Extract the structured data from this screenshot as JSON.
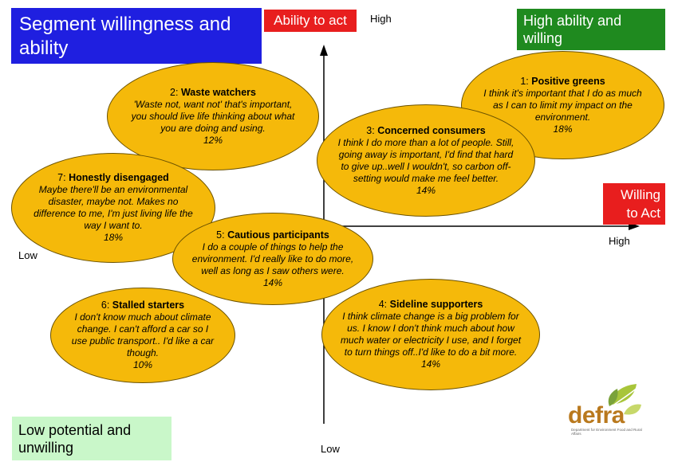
{
  "title": "Segment willingness and ability",
  "ability_label": "Ability to act",
  "corner_top_right": "High ability and willing",
  "willing_label": [
    "Willing",
    "to Act"
  ],
  "corner_bottom_left": "Low potential and unwilling",
  "axis": {
    "y_high": "High",
    "y_low": "Low",
    "x_high": "High",
    "x_low": "Low"
  },
  "segments": [
    {
      "num": "1:",
      "name": "Positive greens",
      "quote": "I think it's important that I do as much as I can to limit my impact on the environment.",
      "pct": "18%"
    },
    {
      "num": "2:",
      "name": "Waste watchers",
      "quote": "'Waste not, want not' that's important, you should live life thinking about what you are doing and using.",
      "pct": "12%"
    },
    {
      "num": "3:",
      "name": "Concerned consumers",
      "quote": "I think I do more than a lot of people. Still, going away is important, I'd find that hard to give up..well I wouldn't, so carbon off-setting would make me feel better.",
      "pct": "14%"
    },
    {
      "num": "4:",
      "name": "Sideline supporters",
      "quote": "I think climate change is a big problem for us.  I know I don't think much about how much water or electricity I use, and I forget to turn things off..I'd like to do a bit more.",
      "pct": "14%"
    },
    {
      "num": "5:",
      "name": "Cautious participants",
      "quote": "I do a couple of things to help the environment. I'd really like to do more, well as long as I saw others were.",
      "pct": "14%"
    },
    {
      "num": "6:",
      "name": "Stalled starters",
      "quote": "I don't know much about climate change. I can't afford a car so I use public transport.. I'd like a car though.",
      "pct": "10%"
    },
    {
      "num": "7:",
      "name": "Honestly disengaged",
      "quote": "Maybe there'll be an environmental disaster, maybe not. Makes no difference to me, I'm just living life the way I want to.",
      "pct": "18%"
    }
  ],
  "logo": {
    "name": "defra",
    "subtitle": "Department for Environment Food and Rural Affairs"
  },
  "colors": {
    "bubble": "#f5b90a",
    "title_bg": "#1f1fe0",
    "red_label": "#e81e1e",
    "green_label": "#1f8a1f",
    "low_bg": "#c9f7c9"
  }
}
